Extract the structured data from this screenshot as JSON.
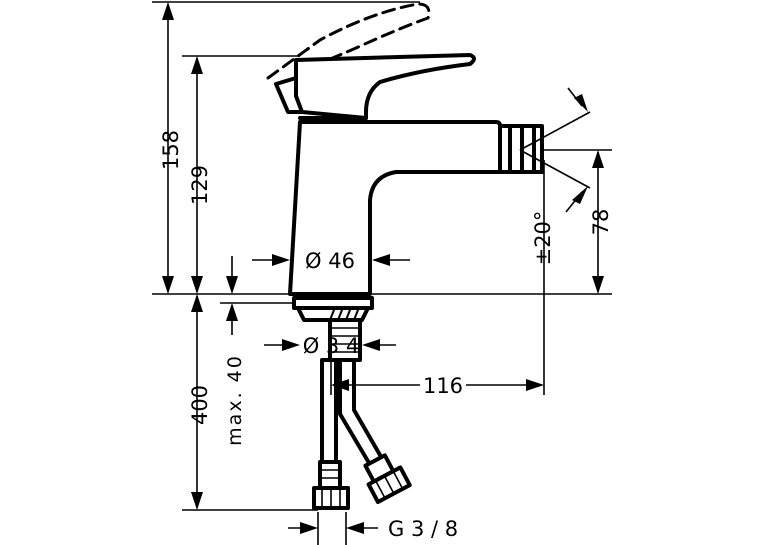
{
  "drawing": {
    "dimensions": {
      "total_height": "158",
      "body_height": "129",
      "body_diameter": "Ø 46",
      "spout_height": "78",
      "spout_angle": "±20°",
      "mount_length": "400",
      "max_thickness": "max. 40",
      "shank_diameter": "Ø 3 4",
      "projection": "116",
      "thread": "G 3 / 8"
    }
  }
}
